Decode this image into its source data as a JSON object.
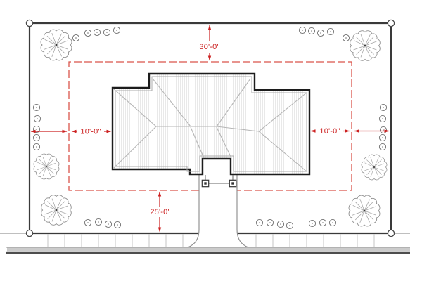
{
  "site_plan": {
    "dimensions": {
      "top_setback": "30'-0\"",
      "left_setback": "10'-0\"",
      "right_setback": "10'-0\"",
      "bottom_setback": "25'-0\""
    },
    "colors": {
      "dimension_red": "#cc2020",
      "setback_dashed_red": "#da544b",
      "boundary_dark": "#3a3a3a",
      "house_outline": "#1c1c1c",
      "roof_line": "#b5b5b5",
      "roof_hatch": "#e4e4e4",
      "road_fill": "#cbcbcb",
      "sidewalk_line": "#bfbfbf"
    },
    "symbols": {
      "tree_count": 6,
      "shrub_count": 31,
      "corner_marker_count": 4,
      "porch_post_count": 2
    }
  }
}
